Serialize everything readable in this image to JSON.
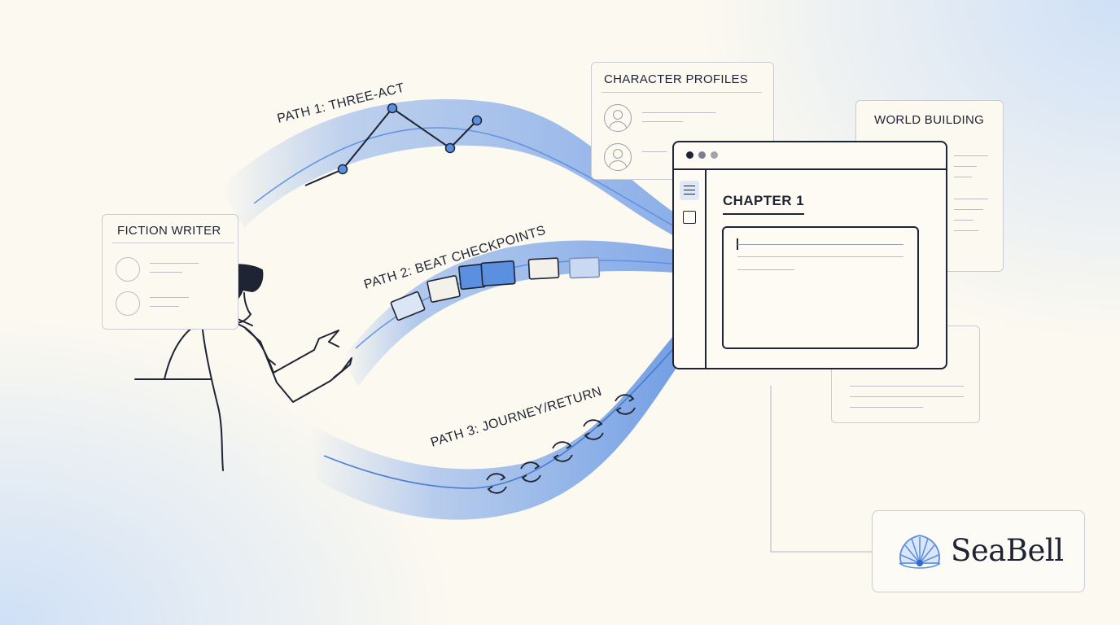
{
  "labels": {
    "path1": "PATH 1: THREE-ACT",
    "path2": "PATH 2: BEAT CHECKPOINTS",
    "path3": "PATH 3: JOURNEY/RETURN",
    "fiction_writer": "FICTION WRITER",
    "character_profiles": "CHARACTER PROFILES",
    "world_building": "WORLD BUILDING"
  },
  "editor": {
    "chapter_title": "CHAPTER 1"
  },
  "brand": {
    "name": "SeaBell"
  },
  "colors": {
    "ink": "#1e2433",
    "accent_blue": "#5b8fe0",
    "stream_blue": "#7fa8ea",
    "card_border": "#c9ccd3",
    "background": "#fcf9f0"
  },
  "icons": [
    "person-icon",
    "menu-icon",
    "checkbox-icon",
    "refresh-cycle-icon",
    "shell-logo-icon"
  ]
}
